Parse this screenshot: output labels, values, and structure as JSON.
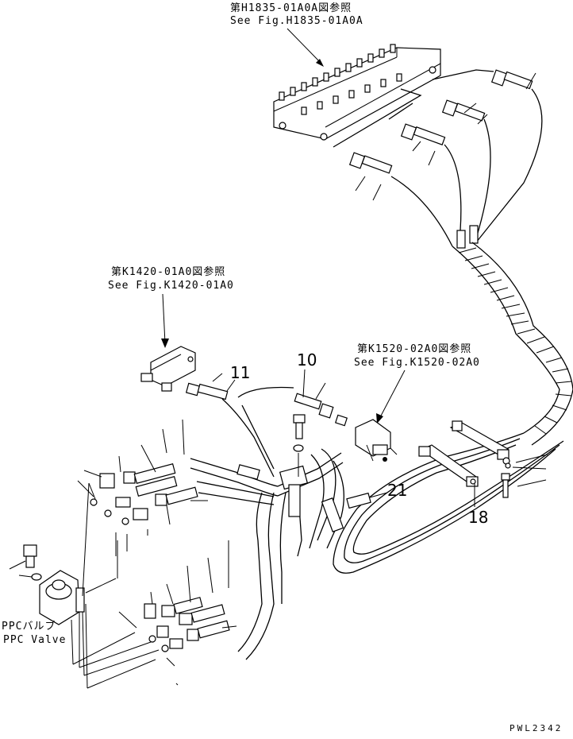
{
  "references": {
    "h1835": {
      "jp": "第H1835-01A0A図参照",
      "en": "See Fig.H1835-01A0A"
    },
    "k1420": {
      "jp": "第K1420-01A0図参照",
      "en": "See Fig.K1420-01A0"
    },
    "k1520": {
      "jp": "第K1520-02A0図参照",
      "en": "See Fig.K1520-02A0"
    }
  },
  "part_numbers": {
    "p10": "10",
    "p11": "11",
    "p18": "18",
    "p21": "21"
  },
  "ppc_valve": {
    "jp": "PPCバルブ",
    "en": "PPC Valve"
  },
  "drawing_code": "PWL2342"
}
